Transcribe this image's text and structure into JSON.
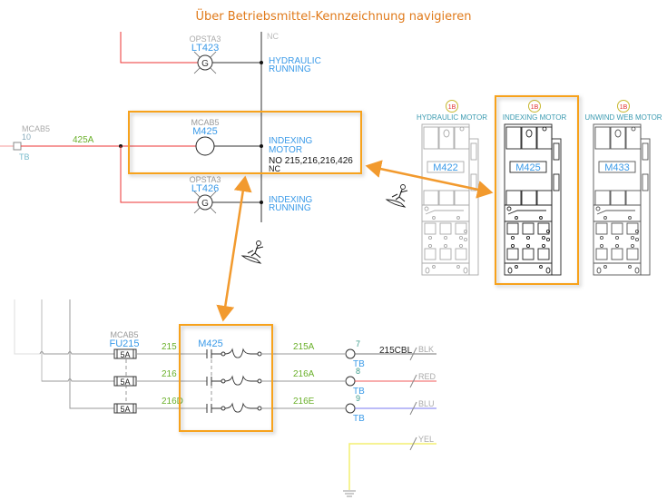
{
  "title": "Über Betriebsmittel-Kennzeichnung navigieren",
  "colors": {
    "accent": "#f29a2e",
    "highlight_box": "#f7a21b",
    "wire_red": "#ee3333",
    "wire_blue": "#5a5aee",
    "wire_yellow": "#f4ef70",
    "wire_black": "#333333",
    "tag_blue": "#3a9ae8",
    "wire_number_green": "#6ab02a",
    "grey_text": "#9a9a9a"
  },
  "schematic_top": {
    "pilot_light_1": {
      "location": "OPSTA3",
      "tag": "LT423",
      "glyph": "G",
      "description_line1": "HYDRAULIC",
      "description_line2": "RUNNING"
    },
    "above_text": "NC",
    "terminal": {
      "location": "MCAB5",
      "number": "10",
      "label": "TB"
    },
    "wire_number": "425A",
    "motor_coil": {
      "location": "MCAB5",
      "tag": "M425",
      "description_line1": "INDEXING",
      "description_line2": "MOTOR",
      "no_refs": "NO 215,216,216,426",
      "nc_label": "NC"
    },
    "pilot_light_2": {
      "location": "OPSTA3",
      "tag": "LT426",
      "glyph": "G",
      "description_line1": "INDEXING",
      "description_line2": "RUNNING"
    }
  },
  "panel_layout": {
    "starters": [
      {
        "reference": "1B",
        "label": "HYDRAULIC  MOTOR",
        "tag": "M422",
        "highlighted": false
      },
      {
        "reference": "1B",
        "label": "INDEXING  MOTOR",
        "tag": "M425",
        "highlighted": true
      },
      {
        "reference": "1B",
        "label": "UNWIND  WEB  MOTOR",
        "tag": "M433",
        "highlighted": false
      }
    ]
  },
  "schematic_bottom": {
    "fuse_block": {
      "location": "MCAB5",
      "tag": "FU215",
      "ratings": [
        "5A",
        "5A",
        "5A"
      ]
    },
    "wire_in": [
      "215",
      "216",
      "216D"
    ],
    "contact_tag": "M425",
    "wire_out": [
      "215A",
      "216A",
      "216E"
    ],
    "terminals": [
      {
        "number": "7",
        "label": "TB"
      },
      {
        "number": "8",
        "label": "TB"
      },
      {
        "number": "9",
        "label": "TB"
      }
    ],
    "cable_label": "215CBL",
    "conductors": [
      "BLK",
      "RED",
      "BLU",
      "YEL"
    ]
  },
  "icons": {
    "navigation_cursor": "surfer-cursor-icon"
  }
}
